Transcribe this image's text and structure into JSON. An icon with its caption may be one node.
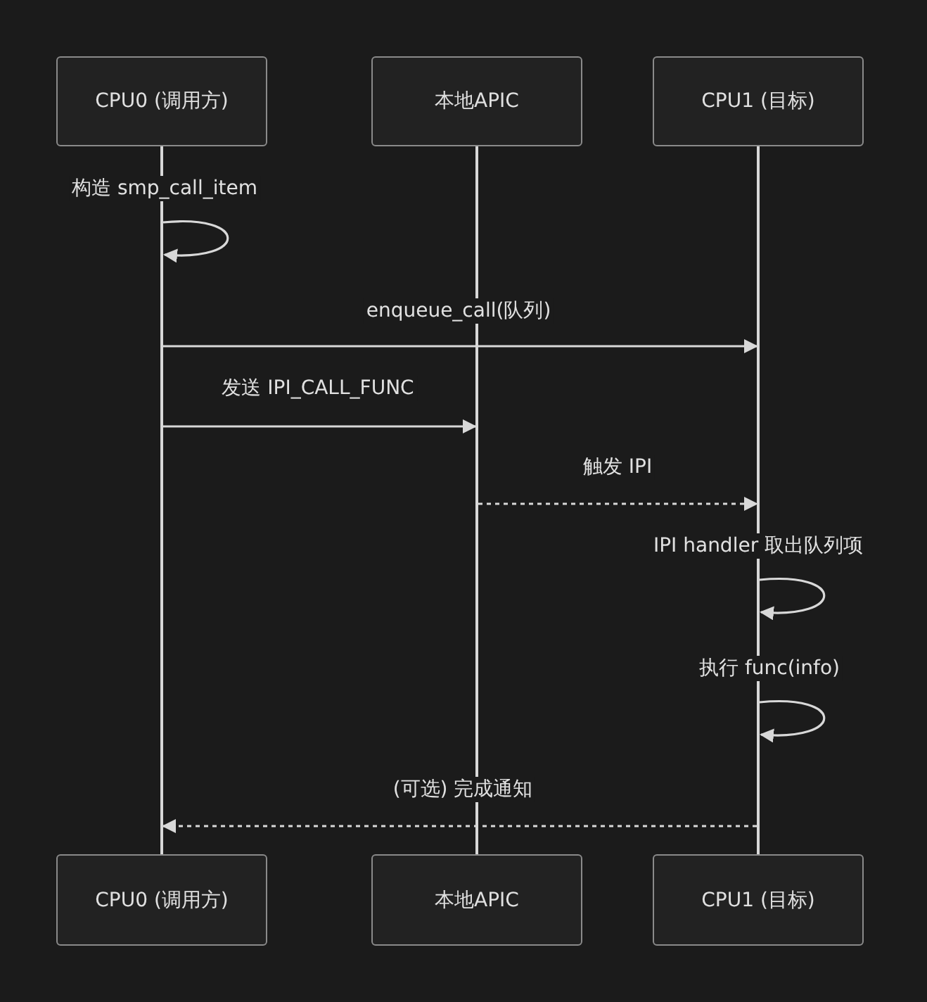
{
  "diagram": {
    "nodes": [
      {
        "text": [
          "CPU0 (调用方)"
        ]
      },
      {
        "text": [
          "本地APIC"
        ]
      },
      {
        "text": [
          "CPU1 (目标)"
        ]
      },
      {
        "text": [],
        "shape": "bar"
      },
      {
        "text": [],
        "shape": "bar"
      },
      {
        "text": [],
        "shape": "bar"
      },
      {
        "text": [
          "CPU0 (调用方)"
        ]
      },
      {
        "text": [
          "本地APIC"
        ]
      },
      {
        "text": [
          "CPU1 (目标)"
        ]
      }
    ],
    "edges": [
      {
        "from": 3,
        "to": 3,
        "arrow": "to",
        "label": "构造 smp_call_item"
      },
      {
        "from": 3,
        "to": 5,
        "arrow": "to",
        "label": "enqueue_call(队列)"
      },
      {
        "from": 3,
        "to": 4,
        "arrow": "to",
        "label": "发送 IPI_CALL_FUNC"
      },
      {
        "from": 4,
        "to": 5,
        "arrow": "to",
        "label": "触发 IPI",
        "style": "dashed"
      },
      {
        "from": 5,
        "to": 5,
        "arrow": "to",
        "label": "IPI handler 取出队列项"
      },
      {
        "from": 5,
        "to": 5,
        "arrow": "to",
        "label": "执行 func(info)"
      },
      {
        "from": 5,
        "to": 3,
        "arrow": "to",
        "label": "(可选) 完成通知",
        "style": "dashed"
      }
    ]
  }
}
